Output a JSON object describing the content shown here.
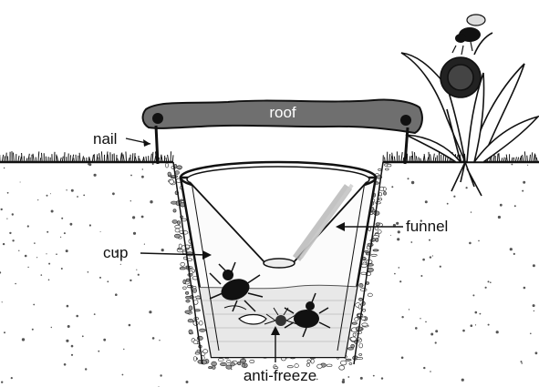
{
  "labels": {
    "roof": "roof",
    "nail": "nail",
    "funnel": "funnel",
    "cup": "cup",
    "antifreeze": "anti-freeze"
  },
  "colors": {
    "roof": "#6f6f6f",
    "ink": "#111111",
    "liquid": "#e8e8e8",
    "soil_dot": "#555555"
  }
}
